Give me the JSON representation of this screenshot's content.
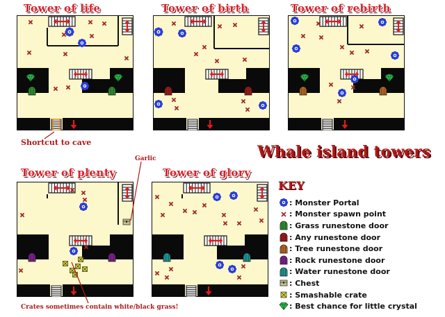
{
  "towers": [
    {
      "title": "Tower of life",
      "door": "grass",
      "shortcut": true,
      "chests": 0,
      "crates": 0
    },
    {
      "title": "Tower of birth",
      "door": "any",
      "shortcut": false,
      "chests": 0,
      "crates": 0
    },
    {
      "title": "Tower of rebirth",
      "door": "tree",
      "shortcut": false,
      "chests": 0,
      "crates": 0
    },
    {
      "title": "Tower of plenty",
      "door": "rock",
      "shortcut": false,
      "chests": 1,
      "crates": 6
    },
    {
      "title": "Tower of glory",
      "door": "water",
      "shortcut": false,
      "chests": 0,
      "crates": 0
    }
  ],
  "notes": {
    "shortcut": "Shortcut to cave",
    "garlic": "Garlic",
    "crates": "Crates sometimes contain white/black grass!"
  },
  "heading": "Whale island towers",
  "key": {
    "title": "KEY",
    "items": [
      {
        "icon": "monster-portal-icon",
        "label": ": Monster Portal"
      },
      {
        "icon": "monster-spawn-icon",
        "label": ": Monster spawn point"
      },
      {
        "icon": "grass-door-icon",
        "label": ": Grass runestone door",
        "color": "#2f9e2f"
      },
      {
        "icon": "any-door-icon",
        "label": ": Any runestone door",
        "color": "#b01818"
      },
      {
        "icon": "tree-door-icon",
        "label": ": Tree runestone door",
        "color": "#c8701e"
      },
      {
        "icon": "rock-door-icon",
        "label": ": Rock runestone door",
        "color": "#8a1f9e"
      },
      {
        "icon": "water-door-icon",
        "label": ": Water runestone door",
        "color": "#1fa3a3"
      },
      {
        "icon": "chest-icon",
        "label": ": Chest"
      },
      {
        "icon": "crate-icon",
        "label": ": Smashable crate"
      },
      {
        "icon": "crystal-icon",
        "label": ": Best chance for little crystal"
      }
    ]
  },
  "colors": {
    "floor": "#fdf8cc",
    "wall": "#0a0a0a",
    "title_red": "#d8202a",
    "spawn": "#a02828",
    "portal": "#2b3fd6",
    "crystal": "#2fbf4f"
  }
}
